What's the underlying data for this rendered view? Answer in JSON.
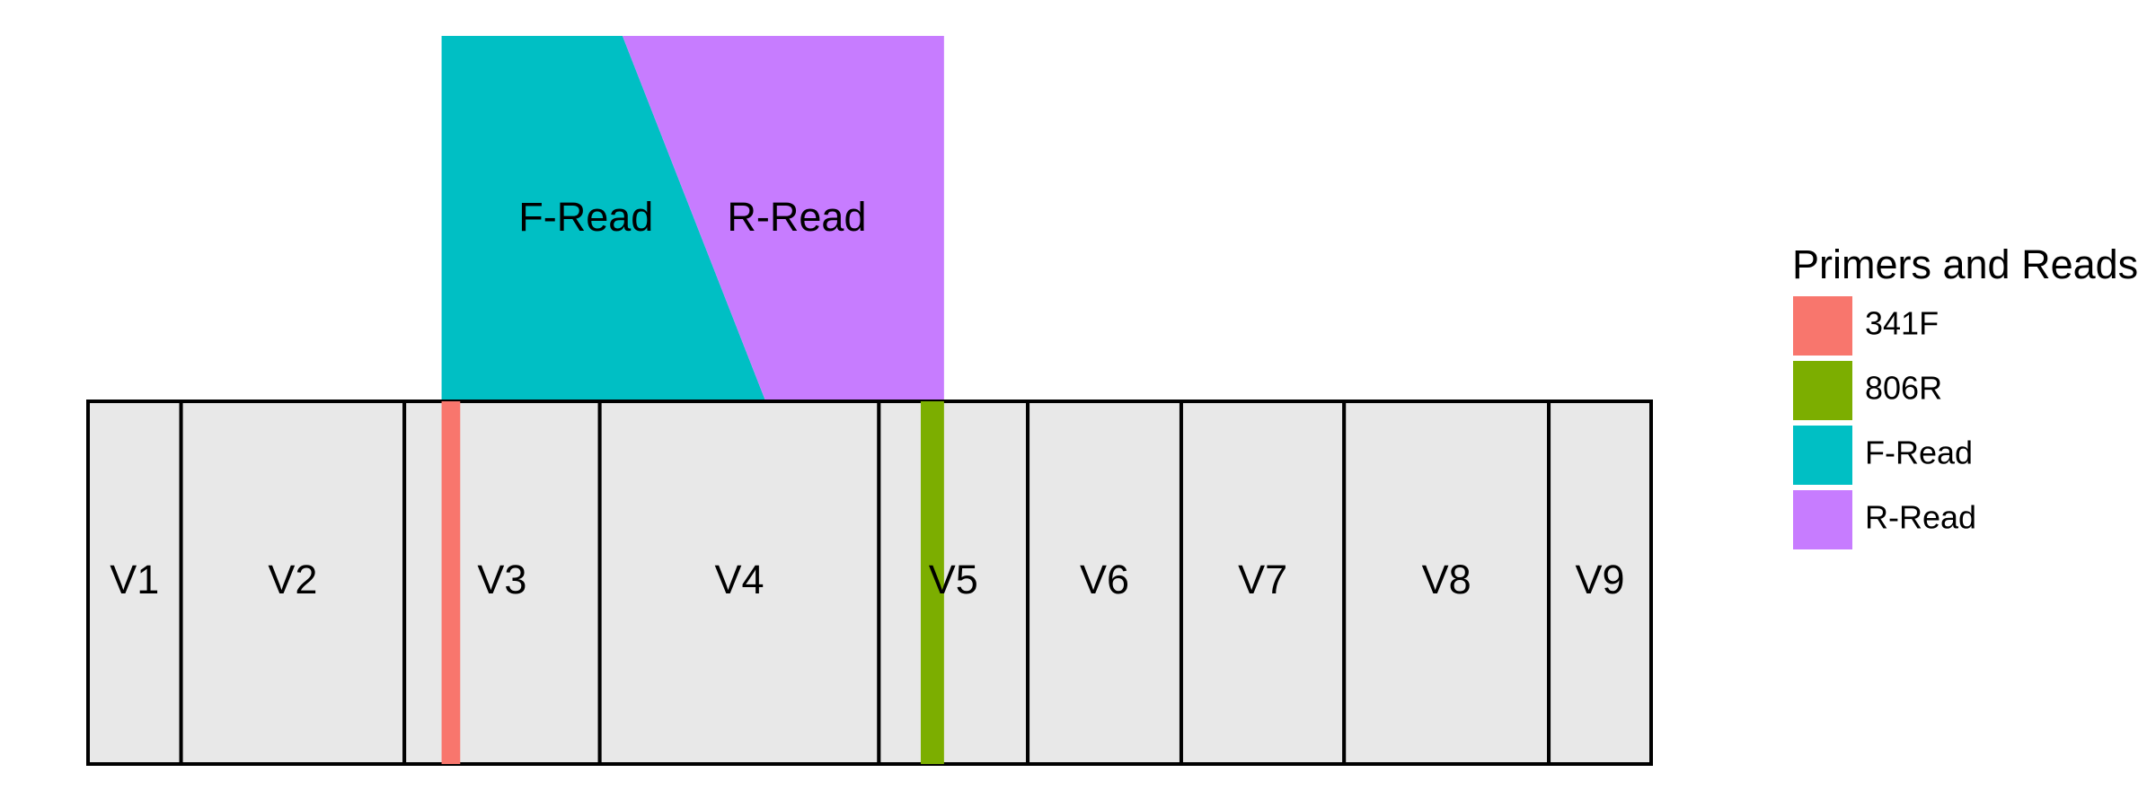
{
  "regions": [
    {
      "label": "V1",
      "start": 0,
      "end": 1
    },
    {
      "label": "V2",
      "start": 1,
      "end": 3.4
    },
    {
      "label": "V3",
      "start": 3.4,
      "end": 5.5
    },
    {
      "label": "V4",
      "start": 5.5,
      "end": 8.5
    },
    {
      "label": "V5",
      "start": 8.5,
      "end": 10.1
    },
    {
      "label": "V6",
      "start": 10.1,
      "end": 11.75
    },
    {
      "label": "V7",
      "start": 11.75,
      "end": 13.5
    },
    {
      "label": "V8",
      "start": 13.5,
      "end": 15.7
    },
    {
      "label": "V9",
      "start": 15.7,
      "end": 16.8
    }
  ],
  "primers": [
    {
      "name": "341F",
      "start": 3.8,
      "end": 4.0,
      "color": "#F8766D"
    },
    {
      "name": "806R",
      "start": 8.95,
      "end": 9.2,
      "color": "#7CAE00"
    }
  ],
  "reads": {
    "f_read": {
      "name": "F-Read",
      "color": "#00BFC4"
    },
    "r_read": {
      "name": "R-Read",
      "color": "#C77CFF"
    }
  },
  "legend": {
    "title": "Primers and Reads",
    "items": [
      {
        "label": "341F",
        "color": "#F8766D"
      },
      {
        "label": "806R",
        "color": "#7CAE00"
      },
      {
        "label": "F-Read",
        "color": "#00BFC4"
      },
      {
        "label": "R-Read",
        "color": "#C77CFF"
      }
    ]
  },
  "colors": {
    "region_fill": "#E8E8E8",
    "region_border": "#000000"
  }
}
